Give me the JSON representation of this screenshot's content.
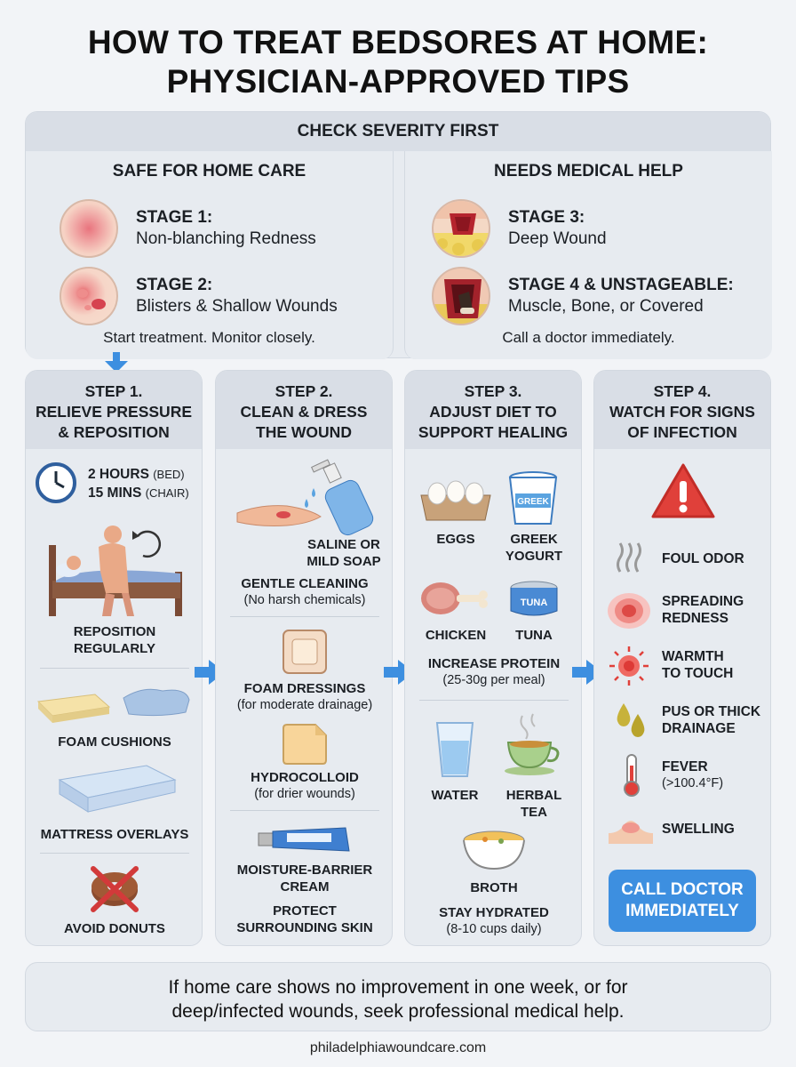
{
  "title_line1": "HOW TO TREAT BEDSORES AT HOME:",
  "title_line2": "PHYSICIAN-APPROVED TIPS",
  "severity": {
    "header": "CHECK SEVERITY FIRST",
    "home": {
      "title": "SAFE FOR HOME CARE",
      "stages": [
        {
          "name": "STAGE 1:",
          "desc": "Non-blanching Redness"
        },
        {
          "name": "STAGE 2:",
          "desc": "Blisters & Shallow Wounds"
        }
      ],
      "footer": "Start treatment. Monitor closely."
    },
    "medical": {
      "title": "NEEDS MEDICAL HELP",
      "stages": [
        {
          "name": "STAGE 3:",
          "desc": "Deep Wound"
        },
        {
          "name": "STAGE 4 & UNSTAGEABLE:",
          "desc": "Muscle, Bone, or Covered"
        }
      ],
      "footer": "Call a doctor immediately."
    }
  },
  "step1": {
    "head": [
      "STEP 1.",
      "RELIEVE PRESSURE",
      "& REPOSITION"
    ],
    "time_bed": "2 HOURS",
    "time_bed_note": "(BED)",
    "time_chair": "15 MINS",
    "time_chair_note": "(CHAIR)",
    "reposition": [
      "REPOSITION",
      "REGULARLY"
    ],
    "foam": "FOAM CUSHIONS",
    "mattress": "MATTRESS OVERLAYS",
    "donuts": "AVOID DONUTS"
  },
  "step2": {
    "head": [
      "STEP 2.",
      "CLEAN & DRESS",
      "THE WOUND"
    ],
    "saline": [
      "SALINE OR",
      "MILD SOAP"
    ],
    "gentle": "GENTLE CLEANING",
    "gentle_note": "(No harsh chemicals)",
    "foam": "FOAM DRESSINGS",
    "foam_note": "(for moderate drainage)",
    "hydro": "HYDROCOLLOID",
    "hydro_note": "(for drier wounds)",
    "cream": [
      "MOISTURE-BARRIER",
      "CREAM"
    ],
    "protect": [
      "PROTECT",
      "SURROUNDING SKIN"
    ]
  },
  "step3": {
    "head": [
      "STEP 3.",
      "ADJUST DIET TO",
      "SUPPORT HEALING"
    ],
    "eggs": "EGGS",
    "yogurt": [
      "GREEK",
      "YOGURT"
    ],
    "yogurt_tag": "GREEK",
    "chicken": "CHICKEN",
    "tuna": "TUNA",
    "tuna_tag": "TUNA",
    "protein": "INCREASE PROTEIN",
    "protein_note": "(25-30g per meal)",
    "water": "WATER",
    "tea": [
      "HERBAL",
      "TEA"
    ],
    "broth": "BROTH",
    "hydrated": "STAY HYDRATED",
    "hydrated_note": "(8-10 cups daily)"
  },
  "step4": {
    "head": [
      "STEP 4.",
      "WATCH FOR SIGNS",
      "OF INFECTION"
    ],
    "signs": [
      [
        "FOUL ODOR"
      ],
      [
        "SPREADING",
        "REDNESS"
      ],
      [
        "WARMTH",
        "TO TOUCH"
      ],
      [
        "PUS OR THICK",
        "DRAINAGE"
      ],
      [
        "FEVER",
        "(>100.4°F)"
      ],
      [
        "SWELLING"
      ]
    ],
    "call": [
      "CALL DOCTOR",
      "IMMEDIATELY"
    ]
  },
  "footer": {
    "line1": "If home care shows no improvement in one week, or for",
    "line2": "deep/infected wounds, seek professional medical help."
  },
  "website": "philadelphiawoundcare.com",
  "colors": {
    "accent_blue": "#3d8fe0",
    "panel": "#e7ebf0",
    "header": "#d9dee6",
    "warning_red": "#e0403a"
  }
}
